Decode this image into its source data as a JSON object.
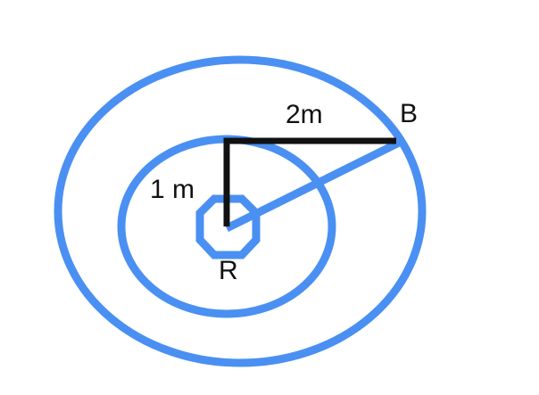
{
  "labels": {
    "horizontal_distance": "2m",
    "vertical_distance": "1 m",
    "point_b": "B",
    "point_r": "R"
  },
  "colors": {
    "rings": "#4a90f2",
    "segments": "#111111",
    "text": "#111111"
  }
}
